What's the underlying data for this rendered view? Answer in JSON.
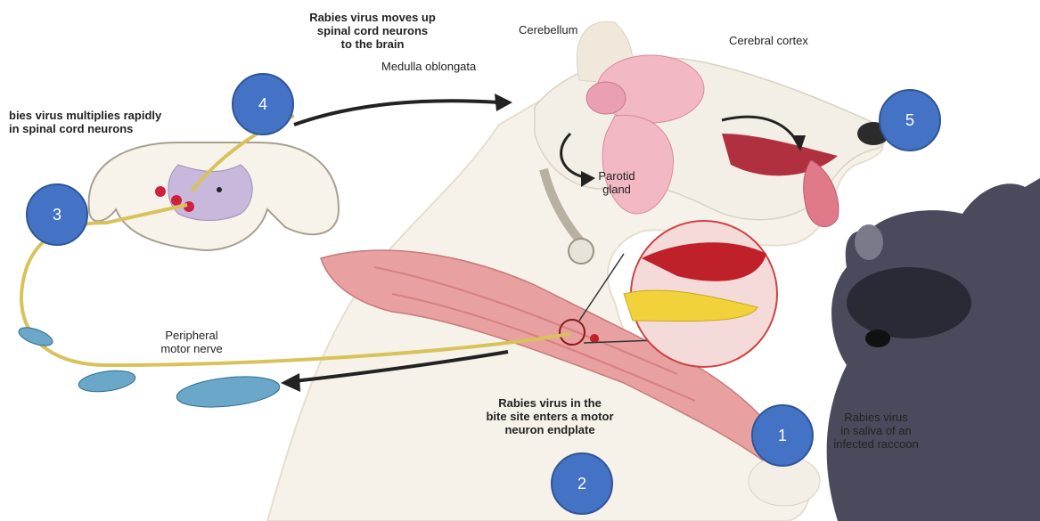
{
  "labels": {
    "moves_up": "Rabies virus moves up\nspinal cord neurons\nto the brain",
    "cerebellum": "Cerebellum",
    "cerebral_cortex": "Cerebral cortex",
    "medulla": "Medulla oblongata",
    "multiplies": "bies virus multiplies rapidly\nin spinal cord neurons",
    "parotid": "Parotid\ngland",
    "peripheral": "Peripheral\nmotor nerve",
    "bite_site": "Rabies virus in the\nbite site enters a motor\nneuron endplate",
    "raccoon": "Rabies virus\nin saliva of an\ninfected raccoon"
  },
  "steps": [
    "1",
    "2",
    "3",
    "4",
    "5"
  ],
  "colors": {
    "step_circle": "#4472c4",
    "step_border": "#2f5597",
    "nerve": "#d8c35a",
    "brain": "#f2b8c4",
    "muscle": "#e8a0a0",
    "spinal_grey": "#c8b8dc",
    "raccoon": "#4a4a5c"
  }
}
